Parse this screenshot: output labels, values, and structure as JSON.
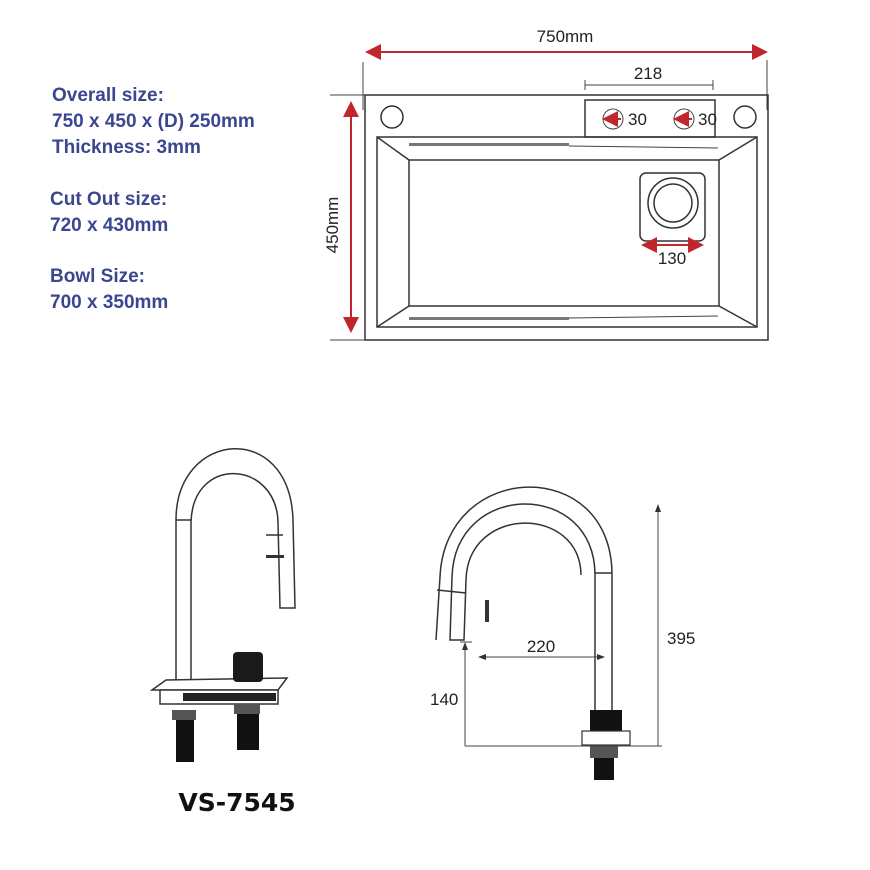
{
  "specs": {
    "overall_label": "Overall size:",
    "overall_value": "750 x 450 x (D) 250mm",
    "thickness": "Thickness: 3mm",
    "cutout_label": "Cut Out size:",
    "cutout_value": "720 x 430mm",
    "bowl_label": "Bowl Size:",
    "bowl_value": "700 x 350mm"
  },
  "sink_dimensions": {
    "width": "750mm",
    "height": "450mm",
    "plate_width": "218",
    "hole1": "30",
    "hole2": "30",
    "drain": "130"
  },
  "faucet_dimensions": {
    "height": "395",
    "spout_height": "140",
    "reach": "220"
  },
  "model": "VS-7545",
  "colors": {
    "spec_text": "#3b4690",
    "dimension_arrow": "#c0272d"
  }
}
